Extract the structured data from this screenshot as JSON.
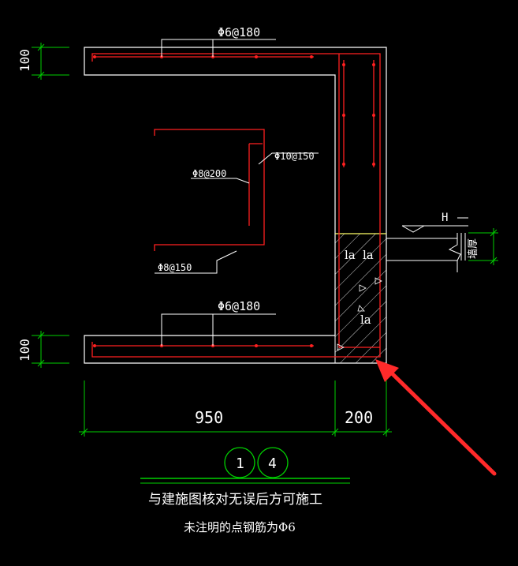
{
  "labels": {
    "top_dim": "100",
    "bottom_dim": "100",
    "rebar_top": "Φ6@180",
    "rebar_bottom": "Φ6@180",
    "rebar_vertical": "Φ10@150",
    "rebar_mid": "Φ8@200",
    "rebar_low": "Φ8@150",
    "dim_950": "950",
    "dim_200": "200",
    "h_mark": "H",
    "wall_label": "墙厚",
    "la_left": "la",
    "la_right": "la",
    "la_low": "la",
    "detail_num_1": "1",
    "detail_num_2": "4",
    "note_1": "与建施图核对无误后方可施工",
    "note_2": "未注明的点钢筋为Φ6"
  },
  "colors": {
    "outline": "#ffffff",
    "rebar": "#ff2020",
    "dimension": "#00d000",
    "hatch_fill": "#d0d0d0",
    "leader": "#ffffff",
    "beam_line": "#ffff66",
    "arrow": "#ff2a2a"
  }
}
